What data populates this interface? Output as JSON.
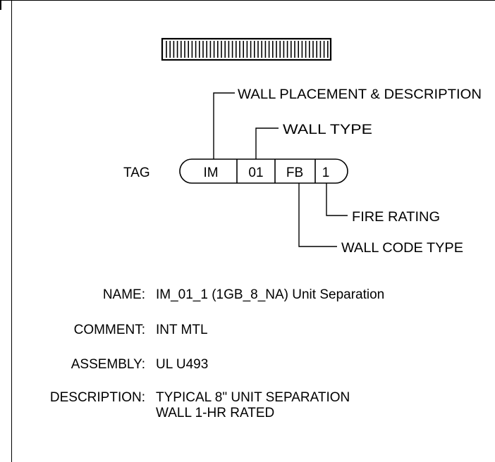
{
  "tag": {
    "label": "TAG",
    "segments": [
      "IM",
      "01",
      "FB",
      "1"
    ]
  },
  "callouts": {
    "placement": "WALL PLACEMENT & DESCRIPTION",
    "wall_type": "WALL TYPE",
    "fire_rating": "FIRE RATING",
    "wall_code_type": "WALL CODE TYPE"
  },
  "properties": {
    "name_key": "NAME:",
    "name_val": "IM_01_1 (1GB_8_NA) Unit Separation",
    "comment_key": "COMMENT:",
    "comment_val": "INT MTL",
    "assembly_key": "ASSEMBLY:",
    "assembly_val": "UL U493",
    "description_key": "DESCRIPTION:",
    "description_line1": "TYPICAL 8\" UNIT SEPARATION",
    "description_line2": "WALL 1-HR RATED"
  },
  "colors": {
    "ink": "#000000",
    "background": "#ffffff"
  }
}
